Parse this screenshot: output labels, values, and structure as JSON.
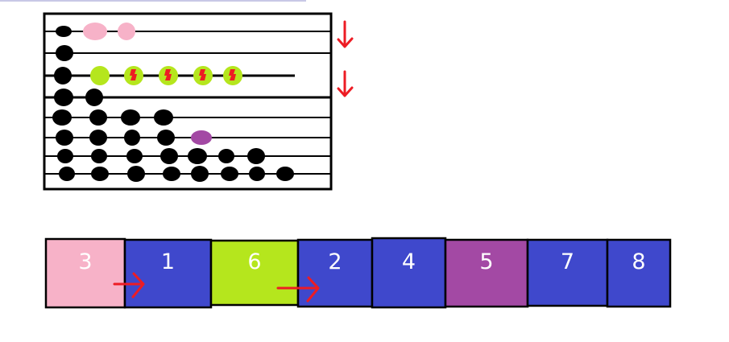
{
  "colors": {
    "black": "#000000",
    "pink": "#f7b2c8",
    "lime": "#b5e61d",
    "purple": "#a349a4",
    "blue": "#3f48cc",
    "red": "#ed1c24",
    "topline": "#c8c8e6"
  },
  "abacus": {
    "rows": [
      {
        "beads": [
          "black",
          "pink",
          "pink"
        ]
      },
      {
        "beads": [
          "black"
        ]
      },
      {
        "beads": [
          "black",
          "lime",
          "lime-marked",
          "lime-marked",
          "lime-marked",
          "lime-marked"
        ]
      },
      {
        "beads": [
          "black",
          "black"
        ]
      },
      {
        "beads": [
          "black",
          "black",
          "black",
          "black"
        ]
      },
      {
        "beads": [
          "black",
          "black",
          "black",
          "black",
          "purple"
        ]
      },
      {
        "beads": [
          "black",
          "black",
          "black",
          "black",
          "black",
          "black",
          "black"
        ]
      },
      {
        "beads": [
          "black",
          "black",
          "black",
          "black",
          "black",
          "black",
          "black",
          "black"
        ]
      }
    ],
    "side_arrows": [
      "down-arrow-icon",
      "down-arrow-icon"
    ]
  },
  "cells": [
    {
      "label": "3",
      "color": "pink"
    },
    {
      "label": "1",
      "color": "blue"
    },
    {
      "label": "6",
      "color": "lime"
    },
    {
      "label": "2",
      "color": "blue"
    },
    {
      "label": "4",
      "color": "blue"
    },
    {
      "label": "5",
      "color": "purple"
    },
    {
      "label": "7",
      "color": "blue"
    },
    {
      "label": "8",
      "color": "blue"
    }
  ],
  "cell_arrows": [
    "right-arrow-icon",
    "right-arrow-icon"
  ]
}
